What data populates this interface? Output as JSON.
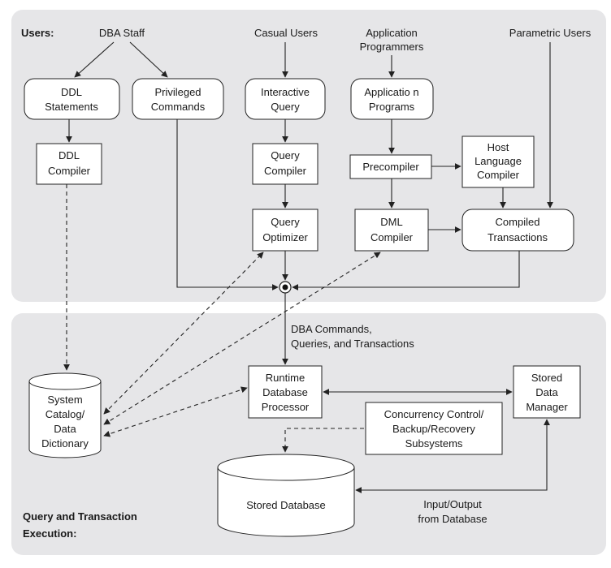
{
  "users": {
    "section_label": "Users:",
    "dba_staff": "DBA Staff",
    "casual_users": "Casual Users",
    "application_programmers": [
      "Application",
      "Programmers"
    ],
    "parametric_users": "Parametric Users"
  },
  "boxes": {
    "ddl_statements": [
      "DDL",
      "Statements"
    ],
    "privileged_commands": [
      "Privileged",
      "Commands"
    ],
    "interactive_query": [
      "Interactive",
      "Query"
    ],
    "application_programs": [
      "Applicatio n",
      "Programs"
    ],
    "ddl_compiler": [
      "DDL",
      "Compiler"
    ],
    "query_compiler": [
      "Query",
      "Compiler"
    ],
    "precompiler": [
      "Precompiler"
    ],
    "host_language_compiler": [
      "Host",
      "Language",
      "Compiler"
    ],
    "query_optimizer": [
      "Query",
      "Optimizer"
    ],
    "dml_compiler": [
      "DML",
      "Compiler"
    ],
    "compiled_transactions": [
      "Compiled",
      "Transactions"
    ],
    "runtime_processor": [
      "Runtime",
      "Database",
      "Processor"
    ],
    "stored_data_manager": [
      "Stored",
      "Data",
      "Manager"
    ],
    "concurrency_control": [
      "Concurrency Control/",
      "Backup/Recovery",
      "Subsystems"
    ],
    "system_catalog": [
      "System",
      "Catalog/",
      "Data",
      "Dictionary"
    ],
    "stored_database": [
      "Stored Database"
    ]
  },
  "labels": {
    "dba_commands": [
      "DBA Commands,",
      "Queries, and Transactions"
    ],
    "input_output": [
      "Input/Output",
      "from Database"
    ],
    "execution_section": [
      "Query and Transaction",
      "Execution:"
    ]
  }
}
